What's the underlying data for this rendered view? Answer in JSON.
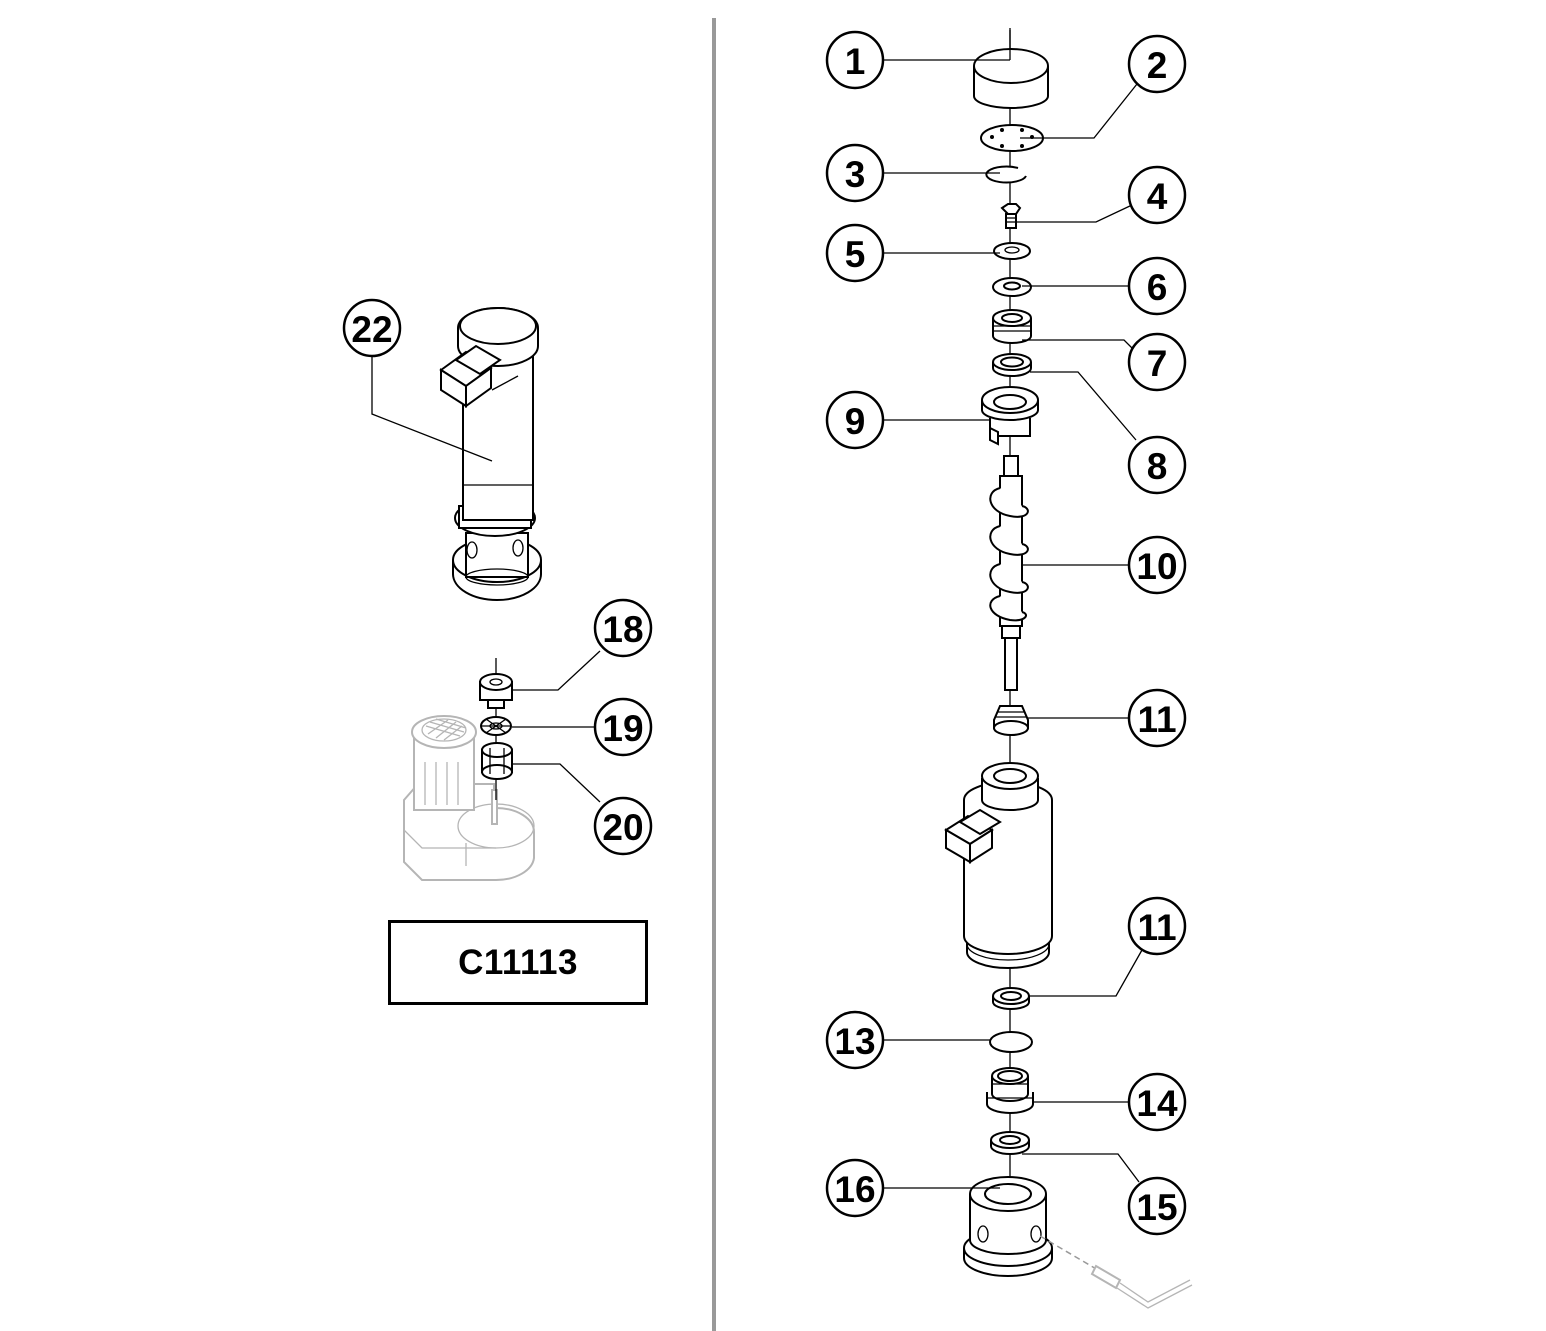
{
  "callouts": [
    "1",
    "2",
    "3",
    "4",
    "5",
    "6",
    "7",
    "8",
    "9",
    "10",
    "11",
    "11",
    "13",
    "14",
    "15",
    "16",
    "18",
    "19",
    "20",
    "22"
  ],
  "drawing_code": "C11113",
  "colors": {
    "line": "#000000",
    "divider": "#999999",
    "ghost_part": "#b5b5b5",
    "background": "#ffffff"
  }
}
